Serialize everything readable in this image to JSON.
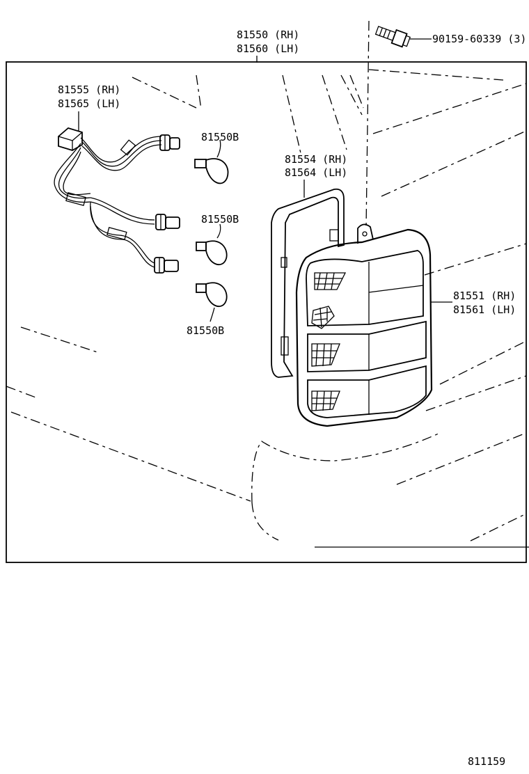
{
  "diagram_id": "811159",
  "parts": {
    "lamp_assembly": {
      "line1": "81550 (RH)",
      "line2": "81560 (LH)"
    },
    "screw": {
      "label": "90159-60339 (3)"
    },
    "wire_harness": {
      "line1": "81555 (RH)",
      "line2": "81565 (LH)"
    },
    "bulb_1": {
      "label": "81550B"
    },
    "bulb_2": {
      "label": "81550B"
    },
    "bulb_3": {
      "label": "81550B"
    },
    "gasket": {
      "line1": "81554 (RH)",
      "line2": "81564 (LH)"
    },
    "lens_body": {
      "line1": "81551 (RH)",
      "line2": "81561 (LH)"
    }
  },
  "colors": {
    "line": "#000000",
    "background": "#ffffff"
  }
}
